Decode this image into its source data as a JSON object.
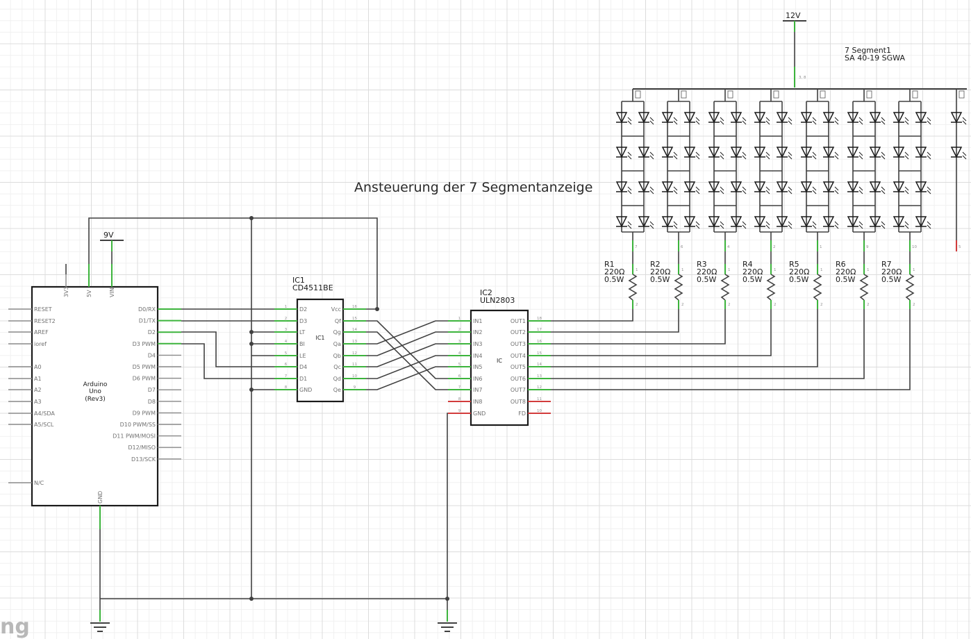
{
  "title": "Ansteuerung der 7 Segmentanzeige",
  "logo_text": "ng",
  "power": {
    "v12": "12V",
    "v9": "9V"
  },
  "arduino": {
    "name_lines": [
      "Arduino",
      "Uno",
      "(Rev3)"
    ],
    "top_pins": [
      "3V3",
      "5V",
      "VIN"
    ],
    "gnd_label": "GND",
    "left_pins": [
      "RESET",
      "RESET2",
      "AREF",
      "ioref",
      "A0",
      "A1",
      "A2",
      "A3",
      "A4/SDA",
      "A5/SCL",
      "N/C"
    ],
    "right_pins": [
      "D0/RX",
      "D1/TX",
      "D2",
      "D3 PWM",
      "D4",
      "D5 PWM",
      "D6 PWM",
      "D7",
      "D8",
      "D9 PWM",
      "D10 PWM/SS",
      "D11 PWM/MOSI",
      "D12/MISO",
      "D13/SCK"
    ]
  },
  "ic1": {
    "ref": "IC1",
    "part": "CD4511BE",
    "center": "IC1",
    "left_pins": [
      "D2",
      "D3",
      "LT",
      "BI",
      "LE",
      "D4",
      "D1",
      "GND"
    ],
    "left_nums": [
      "1",
      "2",
      "3",
      "4",
      "5",
      "6",
      "7",
      "8"
    ],
    "right_pins": [
      "Vcc",
      "Qf",
      "Qg",
      "Qa",
      "Qb",
      "Qc",
      "Qd",
      "Qe"
    ],
    "right_nums": [
      "16",
      "15",
      "14",
      "13",
      "12",
      "11",
      "10",
      "9"
    ]
  },
  "ic2": {
    "ref": "IC2",
    "part": "ULN2803",
    "center": "IC",
    "left_pins": [
      "IN1",
      "IN2",
      "IN3",
      "IN4",
      "IN5",
      "IN6",
      "IN7",
      "IN8",
      "GND"
    ],
    "left_nums": [
      "1",
      "2",
      "3",
      "4",
      "5",
      "6",
      "7",
      "8",
      "9"
    ],
    "right_pins": [
      "OUT1",
      "OUT2",
      "OUT3",
      "OUT4",
      "OUT5",
      "OUT6",
      "OUT7",
      "OUT8",
      "FD"
    ],
    "right_nums": [
      "18",
      "17",
      "16",
      "15",
      "14",
      "13",
      "12",
      "11",
      "10"
    ]
  },
  "display": {
    "ref": "7 Segment1",
    "part": "SA 40-19 SGWA",
    "common_pin": "3, 8",
    "segment_pins": [
      "7",
      "6",
      "4",
      "2",
      "1",
      "9",
      "10",
      "5"
    ]
  },
  "resistors": [
    {
      "ref": "R1",
      "value": "220Ω",
      "power": "0.5W"
    },
    {
      "ref": "R2",
      "value": "220Ω",
      "power": "0.5W"
    },
    {
      "ref": "R3",
      "value": "220Ω",
      "power": "0.5W"
    },
    {
      "ref": "R4",
      "value": "220Ω",
      "power": "0.5W"
    },
    {
      "ref": "R5",
      "value": "220Ω",
      "power": "0.5W"
    },
    {
      "ref": "R6",
      "value": "220Ω",
      "power": "0.5W"
    },
    {
      "ref": "R7",
      "value": "220Ω",
      "power": "0.5W"
    }
  ],
  "resistor_pin_nums": [
    "1",
    "2"
  ],
  "colors": {
    "pin_ok": "#3cb43c",
    "pin_unconnected": "#d23c3c",
    "wire": "#404040",
    "grid": "#dcdcdc"
  }
}
